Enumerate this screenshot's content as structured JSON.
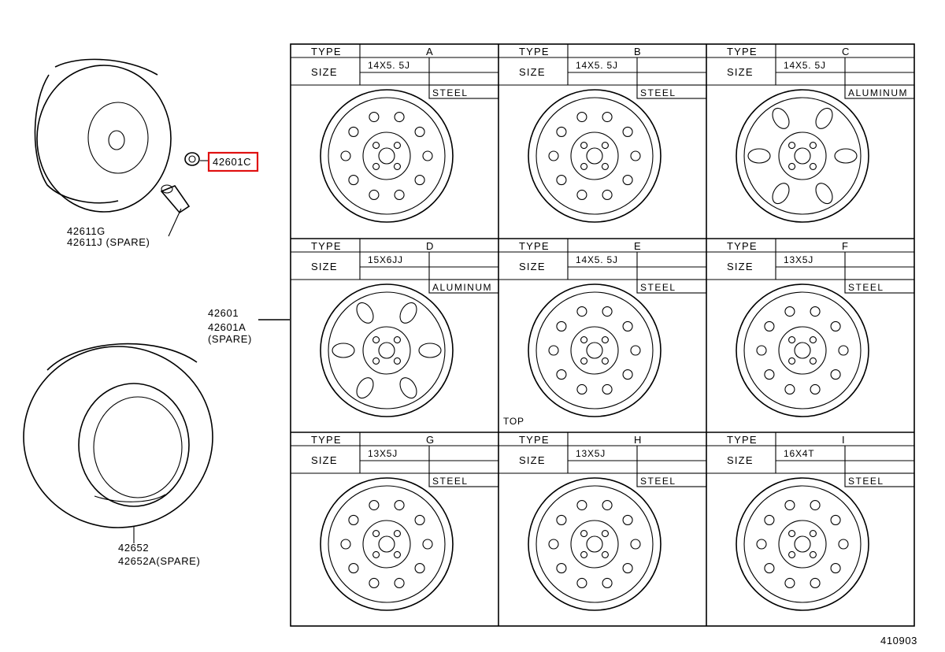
{
  "parts": {
    "lug_nut": "42601C",
    "valve": [
      "42611G",
      "42611J (SPARE)"
    ],
    "wheel": [
      "42601",
      "42601A",
      "(SPARE)"
    ],
    "tire": [
      "42652",
      "42652A(SPARE)"
    ]
  },
  "table": {
    "type_label": "TYPE",
    "size_label": "SIZE",
    "wheels": [
      {
        "type": "A",
        "size": "14X5. 5J",
        "material": "STEEL"
      },
      {
        "type": "B",
        "size": "14X5. 5J",
        "material": "STEEL"
      },
      {
        "type": "C",
        "size": "14X5. 5J",
        "material": "ALUMINUM"
      },
      {
        "type": "D",
        "size": "15X6JJ",
        "material": "ALUMINUM"
      },
      {
        "type": "E",
        "size": "14X5. 5J",
        "material": "STEEL"
      },
      {
        "type": "F",
        "size": "13X5J",
        "material": "STEEL"
      },
      {
        "type": "G",
        "size": "13X5J",
        "material": "STEEL"
      },
      {
        "type": "H",
        "size": "13X5J",
        "material": "STEEL"
      },
      {
        "type": "I",
        "size": "16X4T",
        "material": "STEEL"
      }
    ]
  },
  "marks": {
    "top_arrow": "TOP"
  },
  "diagram_code": "410903"
}
